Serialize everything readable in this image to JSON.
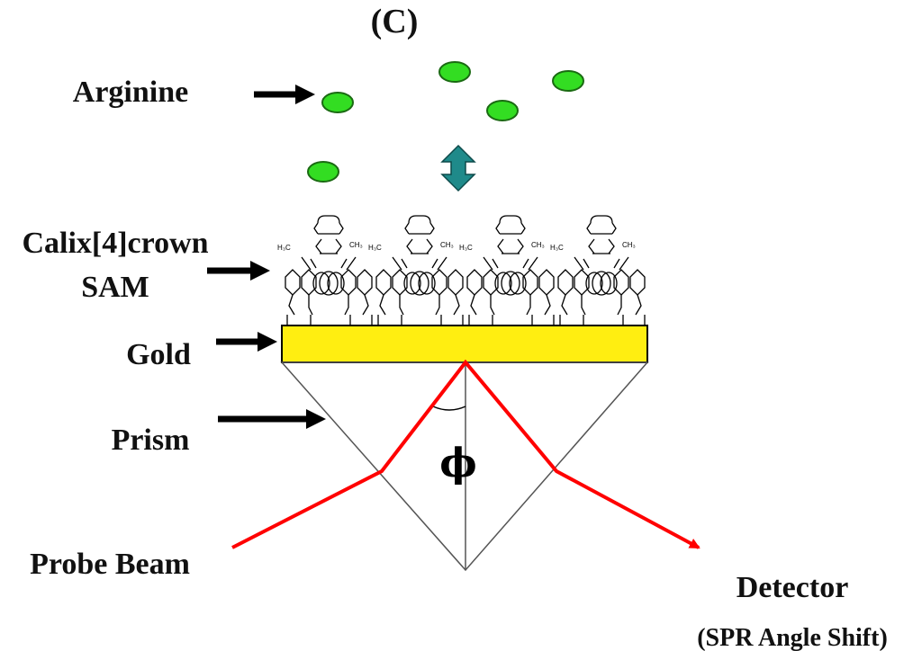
{
  "panel_label": "(C)",
  "labels": {
    "arginine": "Arginine",
    "calix_line1": "Calix[4]crown",
    "calix_line2": "SAM",
    "gold": "Gold",
    "prism": "Prism",
    "probe_beam": "Probe Beam",
    "detector": "Detector",
    "spr_shift": "(SPR Angle Shift)",
    "angle_symbol": "ϕ"
  },
  "molecule_labels": {
    "left_methyl": "H₃C",
    "right_methyl": "CH₃"
  },
  "colors": {
    "arginine_fill": "#33dd22",
    "arginine_stroke": "#1a6a12",
    "gold_fill": "#ffee11",
    "beam": "#ff0000",
    "double_arrow": "#1f8a8a"
  }
}
